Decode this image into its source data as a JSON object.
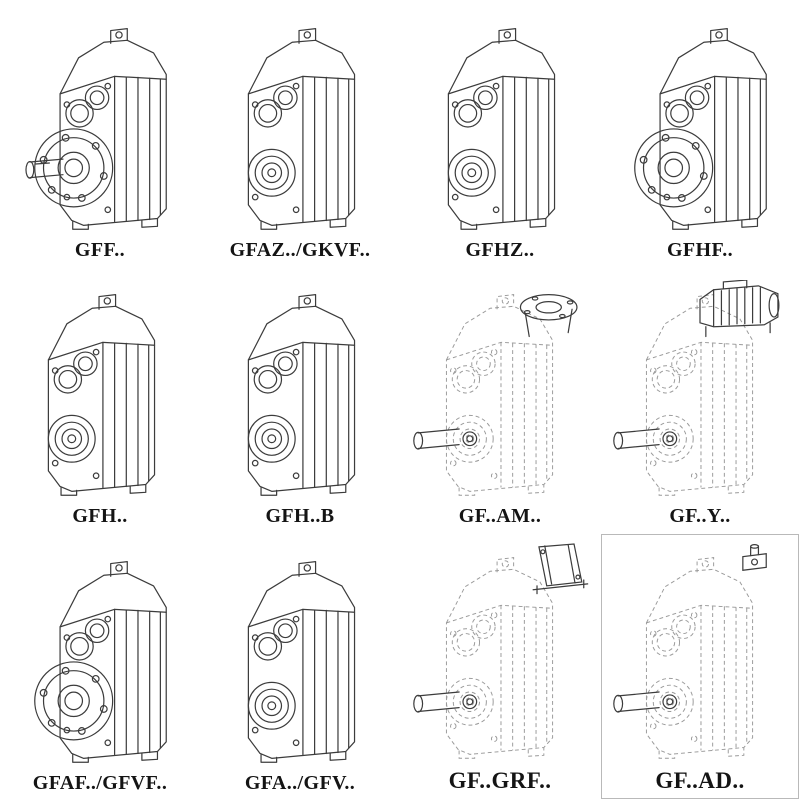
{
  "catalog": {
    "cells": [
      {
        "label": "GFF..",
        "drawing": "gearbox-flange-output-shaft"
      },
      {
        "label": "GFAZ../GKVF..",
        "drawing": "gearbox-hollow-shaft"
      },
      {
        "label": "GFHZ..",
        "drawing": "gearbox-hollow-shaft"
      },
      {
        "label": "GFHF..",
        "drawing": "gearbox-flange-hollow"
      },
      {
        "label": "GFH..",
        "drawing": "gearbox-hollow-shaft"
      },
      {
        "label": "GFH..B",
        "drawing": "gearbox-hollow-shaft"
      },
      {
        "label": "GF..AM..",
        "drawing": "gearbox-dashed-top-flange"
      },
      {
        "label": "GF..Y..",
        "drawing": "gearbox-dashed-with-motor"
      },
      {
        "label": "GFAF../GFVF..",
        "drawing": "gearbox-flange-hollow"
      },
      {
        "label": "GFA../GFV..",
        "drawing": "gearbox-hollow-shaft"
      },
      {
        "label": "GF..GRF..",
        "drawing": "gearbox-dashed-with-adapter"
      },
      {
        "label": "GF..AD..",
        "drawing": "gearbox-dashed-input-shaft"
      }
    ]
  }
}
